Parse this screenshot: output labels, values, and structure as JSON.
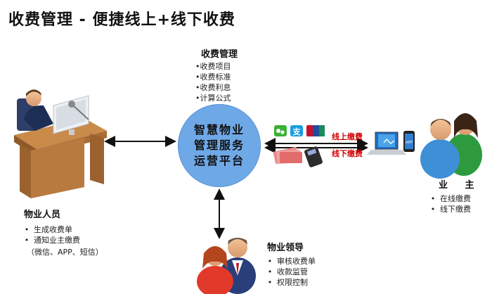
{
  "title": "收费管理 - 便捷线上+线下收费",
  "fee_settings": {
    "title": "收费管理",
    "items": [
      "•收费项目",
      "•收费标准",
      "•收费利息",
      "•计算公式"
    ]
  },
  "platform": {
    "lines": [
      "智慧物业",
      "管理服务",
      "运营平台"
    ]
  },
  "staff": {
    "title": "物业人员",
    "bullet": "•",
    "items": [
      "生成收费单",
      "通知业主缴费"
    ],
    "note": "（微信、APP、短信）"
  },
  "leader": {
    "title": "物业领导",
    "bullet": "•",
    "items": [
      "审核收费单",
      "收款监管",
      "权限控制"
    ]
  },
  "owner": {
    "title": "业 主",
    "bullet": "•",
    "items": [
      "在线缴费",
      "线下缴费"
    ]
  },
  "payment": {
    "online_label": "线上缴费",
    "offline_label": "线下缴费",
    "app_label": "APP"
  },
  "colors": {
    "platform": "#6fa8e6",
    "label_red": "#d00000",
    "wechat": "#3cb034",
    "alipay": "#1a9fe0",
    "unionpay": "#c8102e"
  }
}
